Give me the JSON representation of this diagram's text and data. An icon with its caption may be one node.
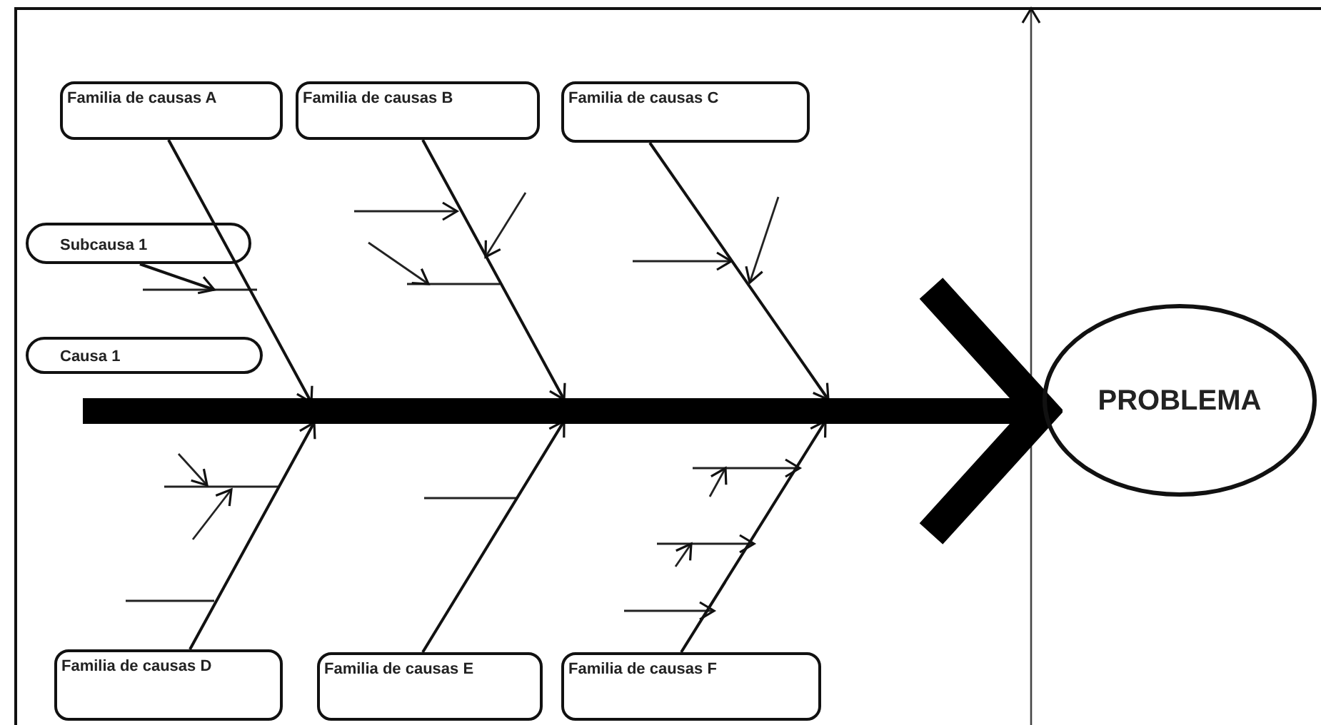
{
  "diagram": {
    "nodes": [
      {
        "text": [
          "Familia de causas A"
        ]
      },
      {
        "text": [
          "Familia de causas B"
        ]
      },
      {
        "text": [
          "Familia de causas C"
        ]
      },
      {
        "text": [
          "Subcausa 1"
        ]
      },
      {
        "text": [
          "Causa  1"
        ]
      },
      {
        "text": [
          "Familia de causas D"
        ]
      },
      {
        "text": [
          "Familia de causas E"
        ]
      },
      {
        "text": [
          "Familia de causas F"
        ]
      },
      {
        "text": [
          "PROBLEMA"
        ]
      }
    ],
    "edges": [
      {
        "from": 0,
        "to": null,
        "arrow": "to"
      },
      {
        "from": 1,
        "to": null,
        "arrow": "to"
      },
      {
        "from": 2,
        "to": null,
        "arrow": "to"
      },
      {
        "from": 3,
        "to": null,
        "arrow": "to"
      },
      {
        "from": 5,
        "to": null,
        "arrow": "to"
      },
      {
        "from": 6,
        "to": null,
        "arrow": "to"
      },
      {
        "from": 7,
        "to": null,
        "arrow": "to"
      },
      {
        "from": null,
        "to": 8,
        "arrow": "to",
        "style": "thick"
      }
    ]
  }
}
